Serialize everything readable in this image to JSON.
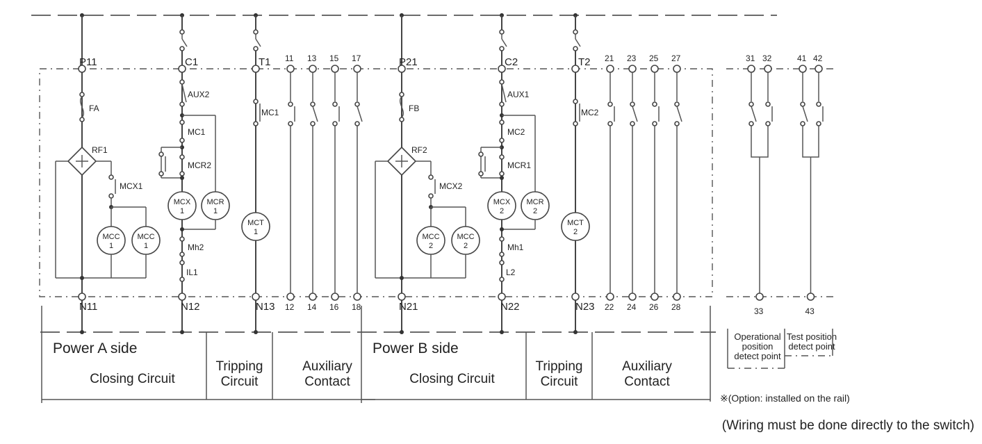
{
  "sides": [
    {
      "title": "Power A side",
      "sections": [
        "Closing Circuit",
        "Tripping Circuit",
        "Auxiliary Contact"
      ],
      "sec_lines": [
        [
          "Closing Circuit"
        ],
        [
          "Tripping",
          "Circuit"
        ],
        [
          "Auxiliary",
          "Contact"
        ]
      ],
      "top_terms": [
        "P11",
        "C1",
        "T1"
      ],
      "bottom_terms": [
        "N11",
        "N12",
        "N13"
      ],
      "fuse": "FA",
      "rectifier": "RF1",
      "mcx_contact": "MCX1",
      "aux": "AUX2",
      "mc": "MC1",
      "mcr_contact": "MCR2",
      "mh": "Mh2",
      "limit": "IL1",
      "trip_contact": "MC1",
      "coils": {
        "mcx": [
          "MCX",
          "1"
        ],
        "mcr": [
          "MCR",
          "1"
        ],
        "mcc_a": [
          "MCC",
          "1"
        ],
        "mcc_b": [
          "MCC",
          "1"
        ],
        "mct": [
          "MCT",
          "1"
        ]
      },
      "aux_top": [
        "11",
        "13",
        "15",
        "17"
      ],
      "aux_bottom": [
        "12",
        "14",
        "16",
        "18"
      ]
    },
    {
      "title": "Power B side",
      "sections": [
        "Closing Circuit",
        "Tripping Circuit",
        "Auxiliary Contact"
      ],
      "sec_lines": [
        [
          "Closing Circuit"
        ],
        [
          "Tripping",
          "Circuit"
        ],
        [
          "Auxiliary",
          "Contact"
        ]
      ],
      "top_terms": [
        "P21",
        "C2",
        "T2"
      ],
      "bottom_terms": [
        "N21",
        "N22",
        "N23"
      ],
      "fuse": "FB",
      "rectifier": "RF2",
      "mcx_contact": "MCX2",
      "aux": "AUX1",
      "mc": "MC2",
      "mcr_contact": "MCR1",
      "mh": "Mh1",
      "limit": "L2",
      "trip_contact": "MC2",
      "coils": {
        "mcx": [
          "MCX",
          "2"
        ],
        "mcr": [
          "MCR",
          "2"
        ],
        "mcc_a": [
          "MCC",
          "2"
        ],
        "mcc_b": [
          "MCC",
          "2"
        ],
        "mct": [
          "MCT",
          "2"
        ]
      },
      "aux_top": [
        "21",
        "23",
        "25",
        "27"
      ],
      "aux_bottom": [
        "22",
        "24",
        "26",
        "28"
      ]
    }
  ],
  "detect": {
    "operational": {
      "top": [
        "31",
        "32"
      ],
      "bottom": "33",
      "label_lines": [
        "Operational",
        "position",
        "detect point"
      ]
    },
    "test": {
      "top": [
        "41",
        "42"
      ],
      "bottom": "43",
      "label_lines": [
        "Test position",
        "detect point"
      ]
    },
    "option_note": "※(Option: installed on the rail)"
  },
  "wiring_note": "(Wiring must be done directly to the switch)"
}
